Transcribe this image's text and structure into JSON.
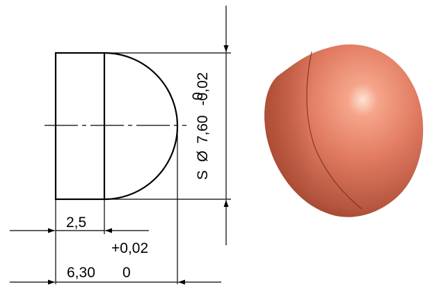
{
  "drawing": {
    "dim_width_small": "2,5",
    "dim_width_total_value": "6,30",
    "dim_width_total_tol_upper": "+0,02",
    "dim_width_total_tol_lower": "0",
    "dim_sphere_prefix": "S",
    "dim_sphere_symbol": "Ø",
    "dim_sphere_value": "7,60",
    "dim_sphere_tol_lower": "-0,02",
    "dim_sphere_tol_upper": "0"
  },
  "colors": {
    "line": "#000000",
    "render_main": "#e07a60",
    "render_highlight": "#fde3d6",
    "render_shadow": "#8f3b28",
    "seam": "#6e2a1a"
  }
}
